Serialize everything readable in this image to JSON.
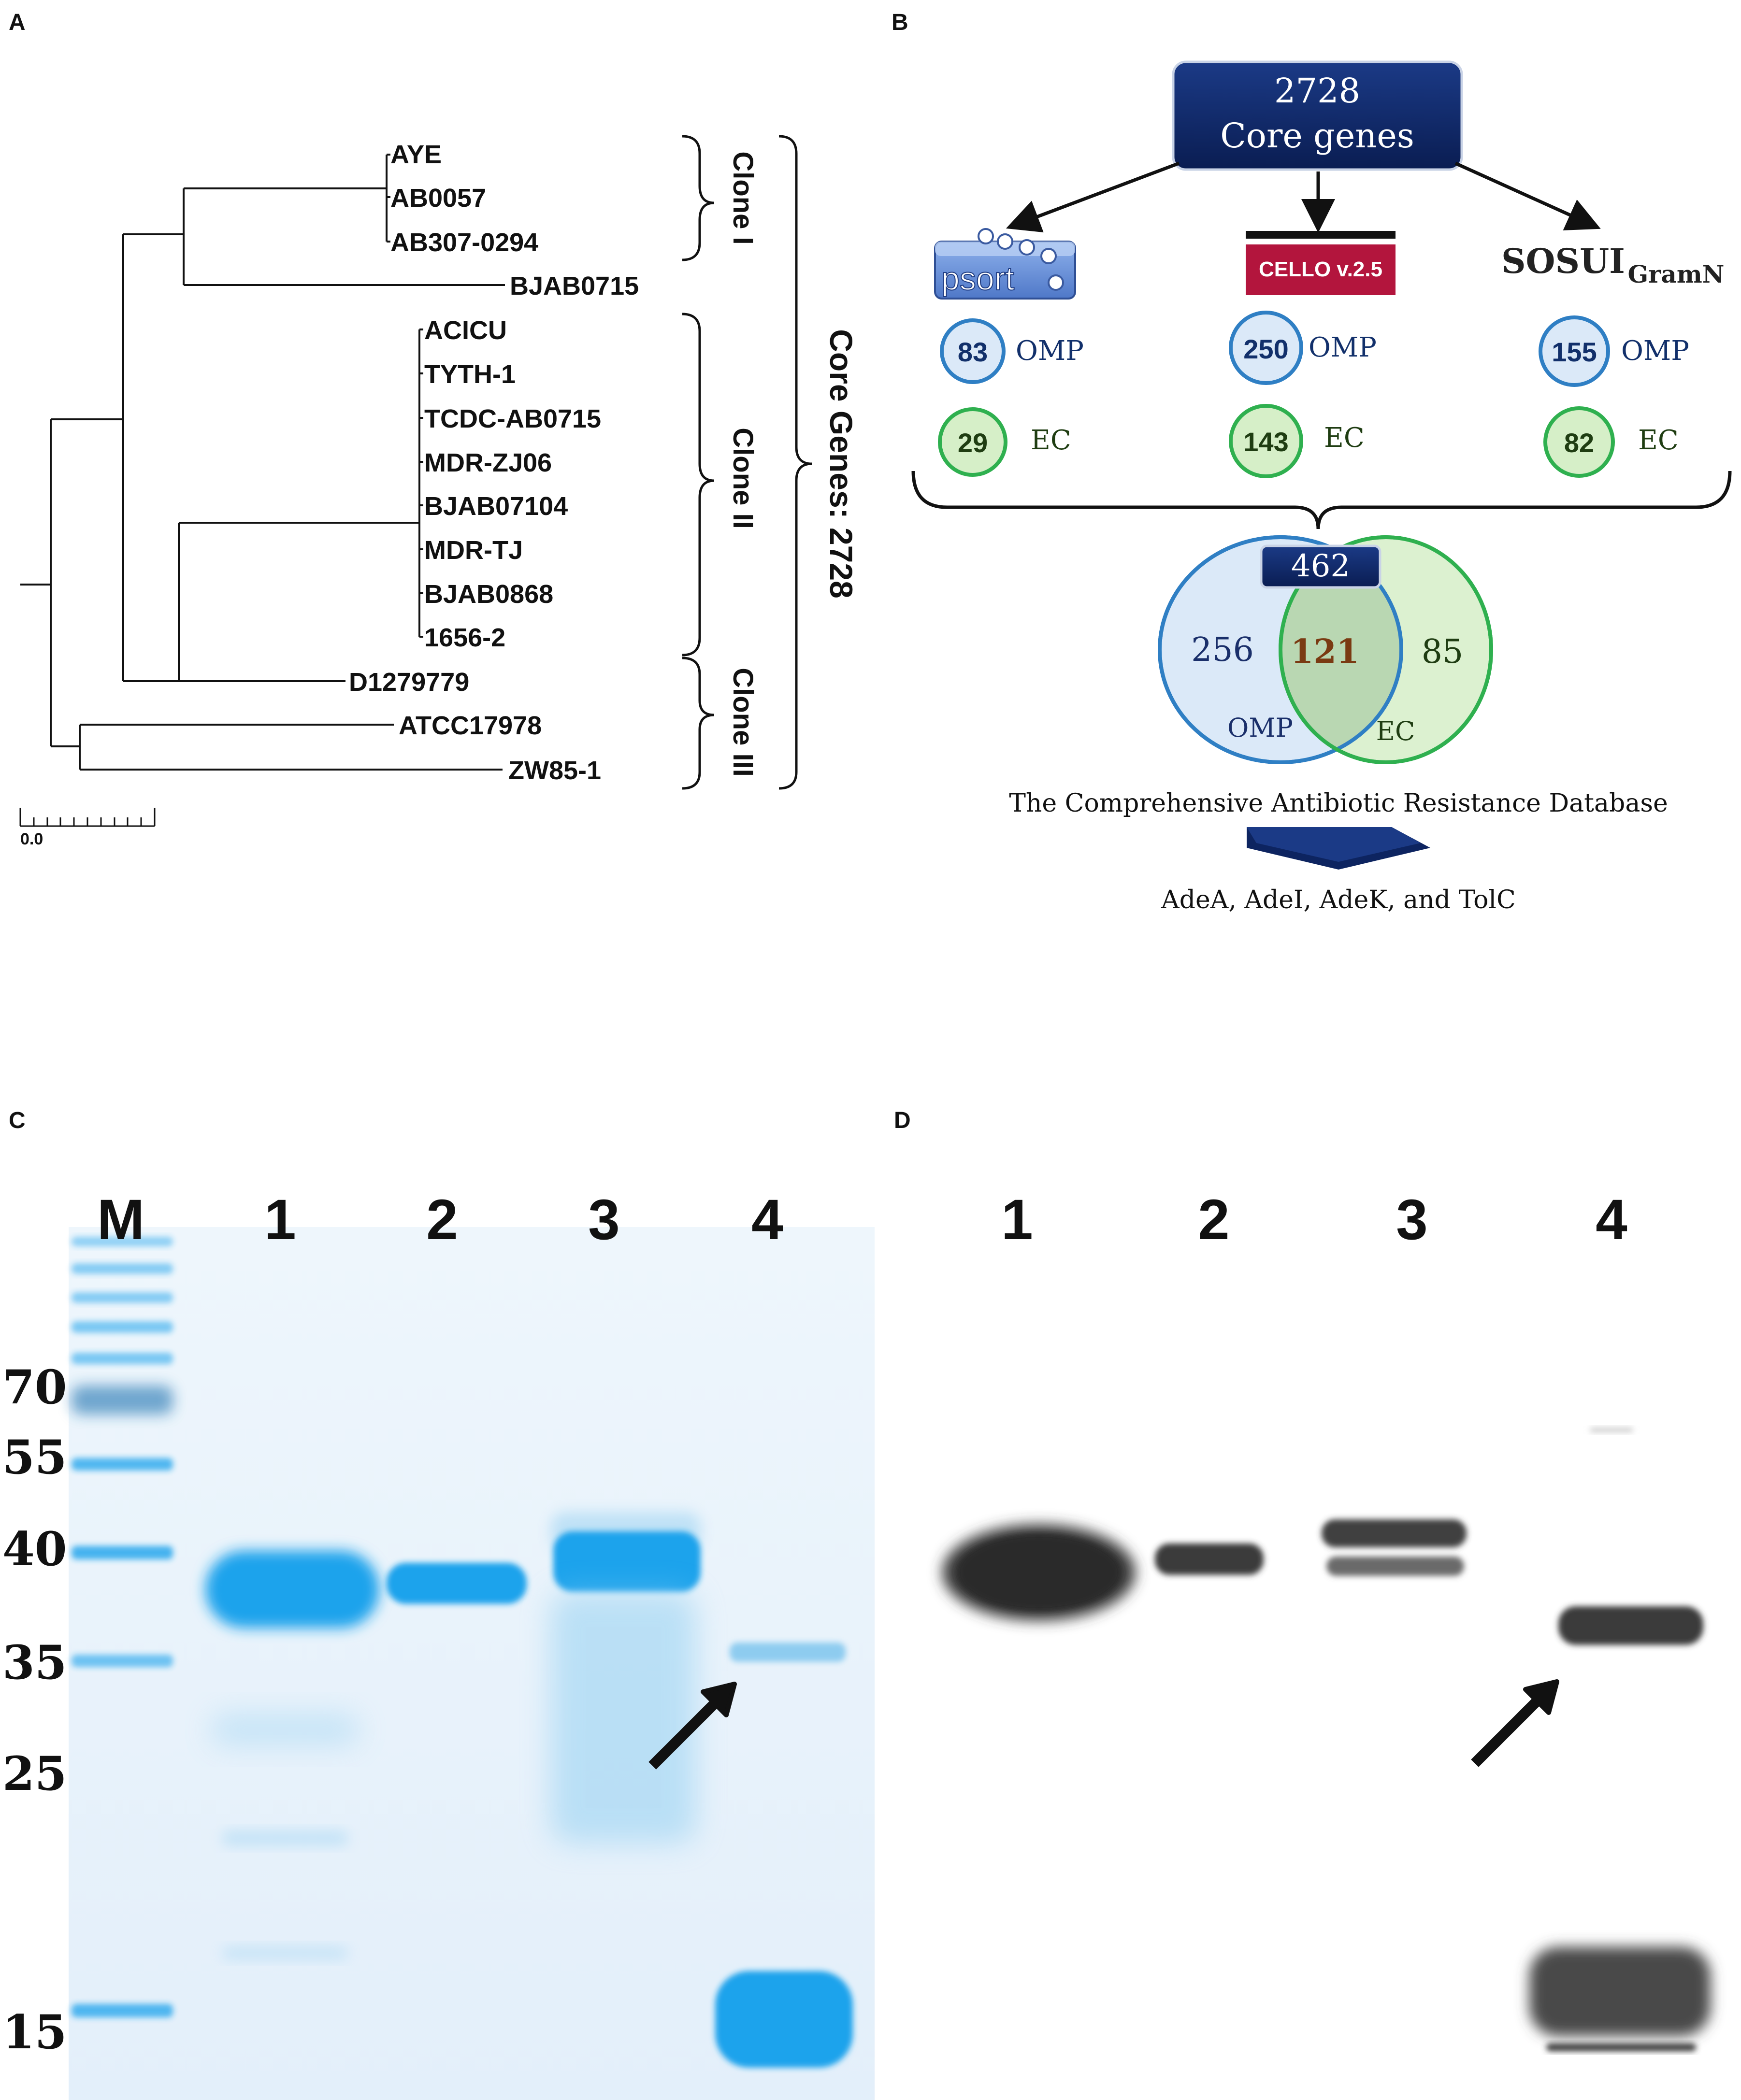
{
  "panel_labels": [
    "A",
    "B",
    "C",
    "D"
  ],
  "panelA": {
    "leaves": [
      "AYE",
      "AB0057",
      "AB307-0294",
      "BJAB0715",
      "ACICU",
      "TYTH-1",
      "TCDC-AB0715",
      "MDR-ZJ06",
      "BJAB07104",
      "MDR-TJ",
      "BJAB0868",
      "1656-2",
      "D1279779",
      "ATCC17978",
      "ZW85-1"
    ],
    "clones": [
      "Clone I",
      "Clone II",
      "Clone III"
    ],
    "core_genes_label": "Core Genes: 2728",
    "scale_label": "0.0"
  },
  "panelB": {
    "core_box": {
      "line1": "2728",
      "line2": "Core genes"
    },
    "tools": {
      "psort": {
        "name": "psort",
        "omp": "83",
        "ec": "29"
      },
      "cello": {
        "name": "CELLO v.2.5",
        "omp": "250",
        "ec": "143"
      },
      "sosui": {
        "name": "SOSUI",
        "subscript": "GramN",
        "omp": "155",
        "ec": "82"
      }
    },
    "omp_label": "OMP",
    "ec_label": "EC",
    "venn": {
      "total": "462",
      "omp_only": "256",
      "overlap": "121",
      "ec_only": "85",
      "omp_label": "OMP",
      "ec_label": "EC"
    },
    "database": "The Comprehensive Antibiotic Resistance Database",
    "result": "AdeA, AdeI, AdeK, and TolC"
  },
  "panelC": {
    "lanes": [
      "M",
      "1",
      "2",
      "3",
      "4"
    ],
    "markers": [
      "70",
      "55",
      "40",
      "35",
      "25",
      "15"
    ]
  },
  "panelD": {
    "lanes": [
      "1",
      "2",
      "3",
      "4"
    ]
  },
  "colors": {
    "navy": "#0d2460",
    "omp_blue": "#2f7fc4",
    "omp_fill": "#dbe9f8",
    "ec_green": "#2fb04f",
    "ec_fill": "#d6efc8",
    "gel_blue": "#1aa3ec",
    "cello_red": "#b3153d"
  },
  "icons": [
    "down-arrow-icon",
    "band-arrow-icon"
  ]
}
